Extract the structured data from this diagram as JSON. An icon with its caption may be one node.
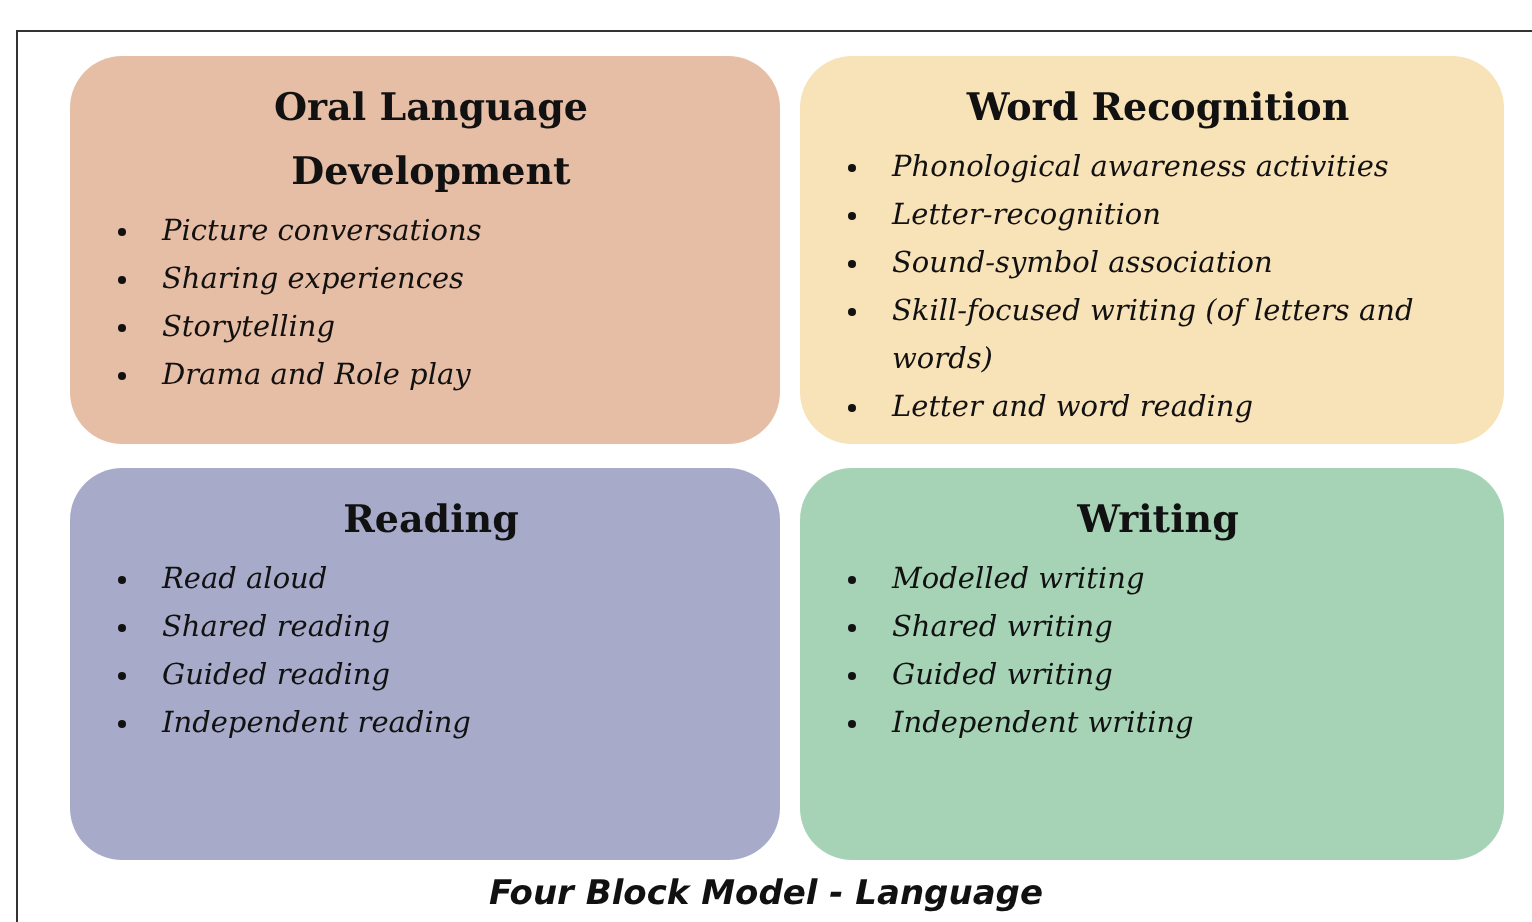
{
  "diagram": {
    "caption": "Four Block Model - Language",
    "nodes": [
      {
        "text": [
          "Oral Language Development",
          "Picture conversations",
          "Sharing experiences",
          "Storytelling",
          "Drama and Role play"
        ]
      },
      {
        "text": [
          "Word Recognition",
          "Phonological awareness activities",
          "Letter-recognition",
          "Sound-symbol association",
          "Skill-focused writing (of letters and words)",
          "Letter and word reading"
        ]
      },
      {
        "text": [
          "Reading",
          "Read aloud",
          "Shared reading",
          "Guided reading",
          "Independent reading"
        ]
      },
      {
        "text": [
          "Writing",
          "Modelled writing",
          "Shared writing",
          "Guided writing",
          "Independent writing"
        ]
      }
    ]
  }
}
